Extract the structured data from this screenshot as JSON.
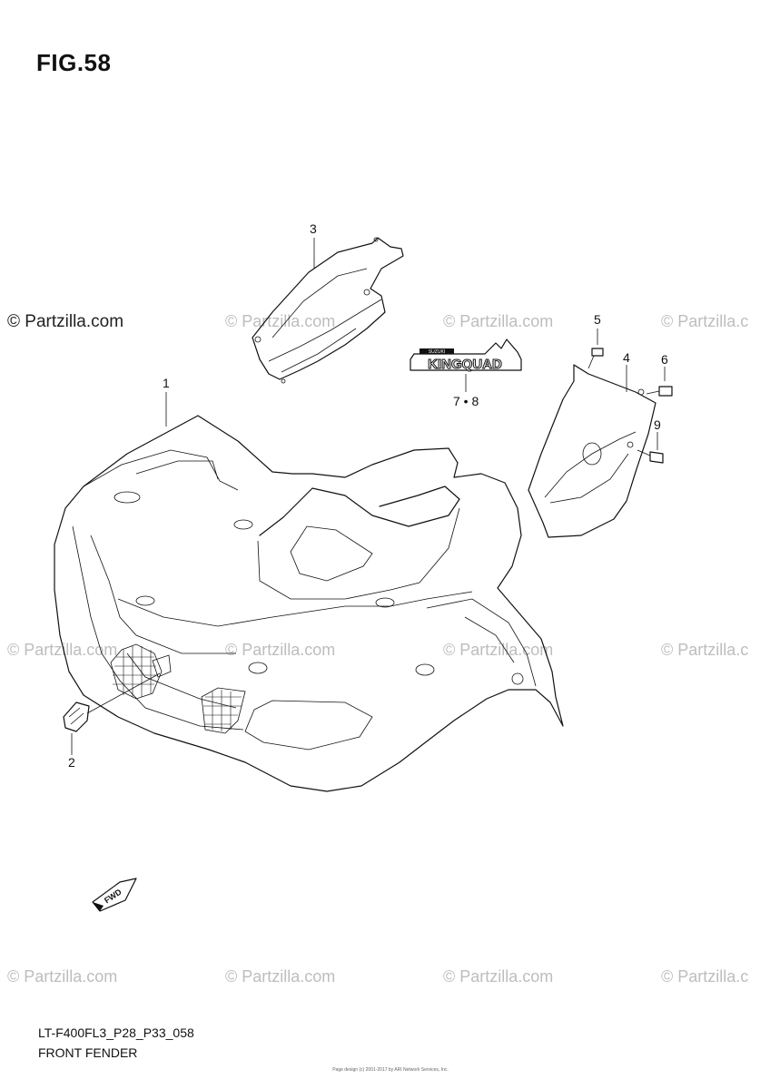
{
  "figure": {
    "title": "FIG.58",
    "code": "LT-F400FL3_P28_P33_058",
    "name": "FRONT FENDER"
  },
  "watermarks": {
    "main": "© Partzilla.com",
    "faint": "© Partzilla.com",
    "faint_cut": "© Partzilla.c"
  },
  "callouts": {
    "c1": "1",
    "c2": "2",
    "c3": "3",
    "c4": "4",
    "c5": "5",
    "c6": "6",
    "c9": "9",
    "c78": "7 • 8"
  },
  "emblem": {
    "small_text": "SUZUKI",
    "big_text": "KINGQUAD"
  },
  "fwd_label": "FWD",
  "credit_lines": [
    "Page design (c) 2001-2017 by ARI Network Services, Inc."
  ]
}
